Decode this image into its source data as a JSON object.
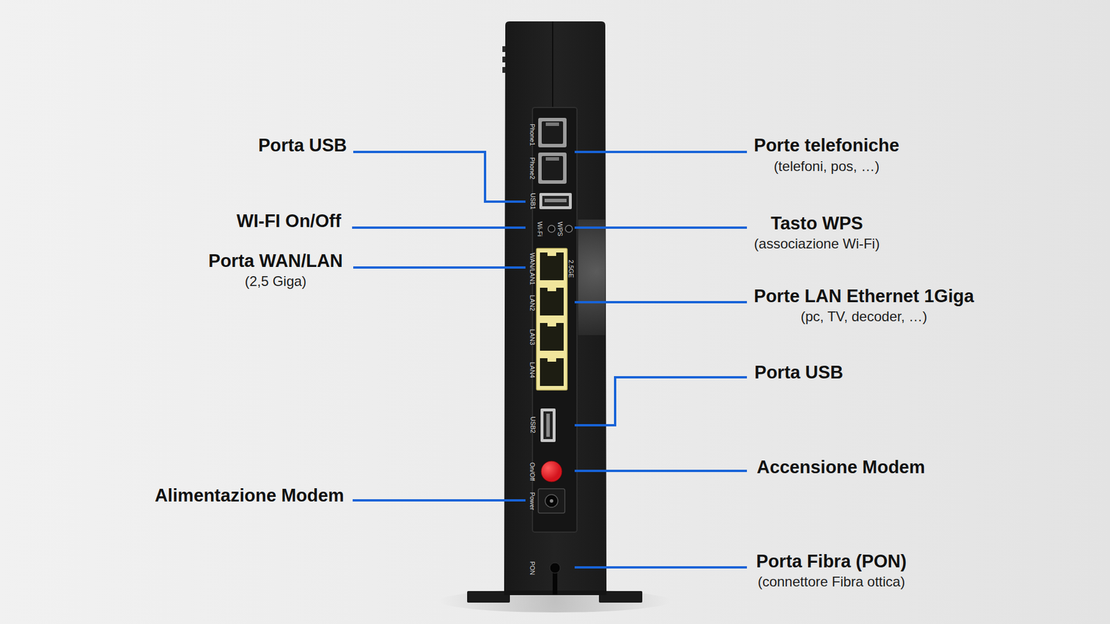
{
  "diagram": {
    "labels": [
      "Porta USB",
      "WI-FI On/Off",
      "Porta WAN/LAN",
      "(2,5 Giga)",
      "Alimentazione Modem",
      "Porte telefoniche",
      "(telefoni, pos, …)",
      "Tasto WPS",
      "(associazione Wi-Fi)",
      "Porte LAN Ethernet 1Giga",
      "(pc, TV, decoder, …)",
      "Porta USB",
      "Accensione Modem",
      "Porta Fibra (PON)",
      "(connettore Fibra ottica)",
      "Phone1",
      "Phone2",
      "USB1",
      "Wi-Fi",
      "WPS",
      "WAN/LAN1",
      "2.5GE",
      "LAN2",
      "LAN3",
      "LAN4",
      "USB2",
      "On/Off",
      "Power",
      "PON"
    ]
  }
}
